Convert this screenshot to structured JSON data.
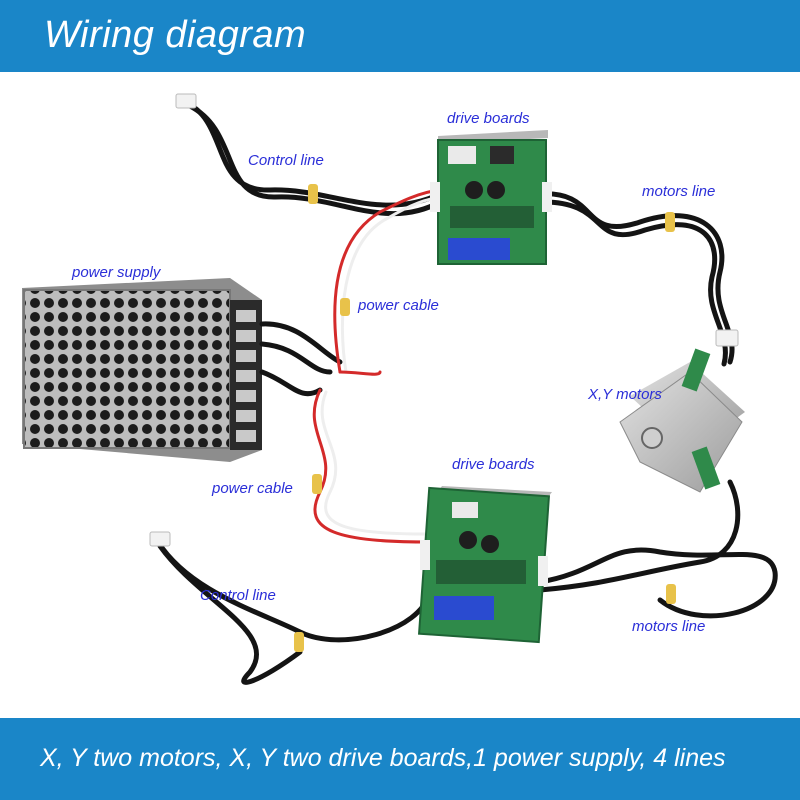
{
  "header": {
    "title": "Wiring diagram"
  },
  "labels": {
    "control_line_top": "Control line",
    "drive_boards_top": "drive boards",
    "motors_line_top": "motors line",
    "power_supply": "power supply",
    "power_cable_top": "power cable",
    "xy_motors": "X,Y motors",
    "power_cable_bottom": "power cable",
    "drive_boards_bottom": "drive boards",
    "control_line_bottom": "Control line",
    "motors_line_bottom": "motors line"
  },
  "footer": {
    "text": "X, Y two motors, X, Y two drive boards,1 power supply, 4 lines"
  },
  "colors": {
    "banner": "#1a86c8",
    "label": "#2b2fd8",
    "pcb": "#2f8a4a",
    "terminal": "#2a4bd0",
    "psu": "#9a9a9a"
  }
}
